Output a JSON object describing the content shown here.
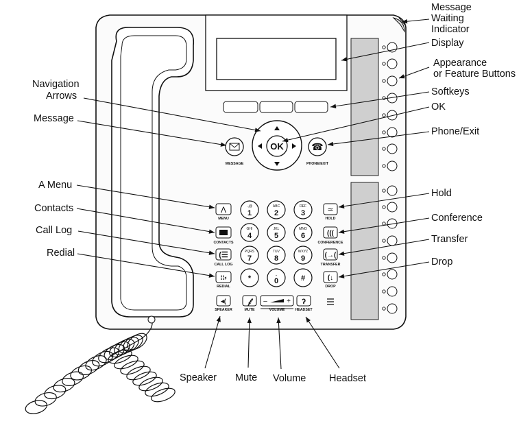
{
  "callouts": {
    "message_waiting": [
      "Message",
      "Waiting",
      "Indicator"
    ],
    "display": "Display",
    "appearance": [
      "Appearance",
      "or Feature Buttons"
    ],
    "softkeys": "Softkeys",
    "ok": "OK",
    "phone_exit": "Phone/Exit",
    "navigation": [
      "Navigation",
      "Arrows"
    ],
    "message": "Message",
    "a_menu": "A Menu",
    "contacts": "Contacts",
    "call_log": "Call  Log",
    "redial": "Redial",
    "hold": "Hold",
    "conference": "Conference",
    "transfer": "Transfer",
    "drop": "Drop",
    "speaker": "Speaker",
    "mute": "Mute",
    "volume": "Volume",
    "headset": "Headset"
  },
  "key_labels": {
    "message": "MESSAGE",
    "phone_exit": "PHONE/EXIT",
    "ok": "OK",
    "menu": "MENU",
    "contacts": "CONTACTS",
    "call_log": "CALL LOG",
    "redial": "REDIAL",
    "hold": "HOLD",
    "conference": "CONFERENCE",
    "transfer": "TRANSFER",
    "drop": "DROP",
    "speaker": "SPEAKER",
    "mute": "MUTE",
    "volume": "VOLUME",
    "headset": "HEADSET",
    "vol_minus": "–",
    "vol_plus": "+"
  },
  "keypad": [
    {
      "digit": "1",
      "letters": ".,@"
    },
    {
      "digit": "2",
      "letters": "ABC"
    },
    {
      "digit": "3",
      "letters": "DEF"
    },
    {
      "digit": "4",
      "letters": "GHI"
    },
    {
      "digit": "5",
      "letters": "JKL"
    },
    {
      "digit": "6",
      "letters": "MNO"
    },
    {
      "digit": "7",
      "letters": "PQRS"
    },
    {
      "digit": "8",
      "letters": "TUV"
    },
    {
      "digit": "9",
      "letters": "WXYZ"
    },
    {
      "digit": "*",
      "letters": ""
    },
    {
      "digit": "0",
      "letters": "⎵"
    },
    {
      "digit": "#",
      "letters": ""
    }
  ]
}
